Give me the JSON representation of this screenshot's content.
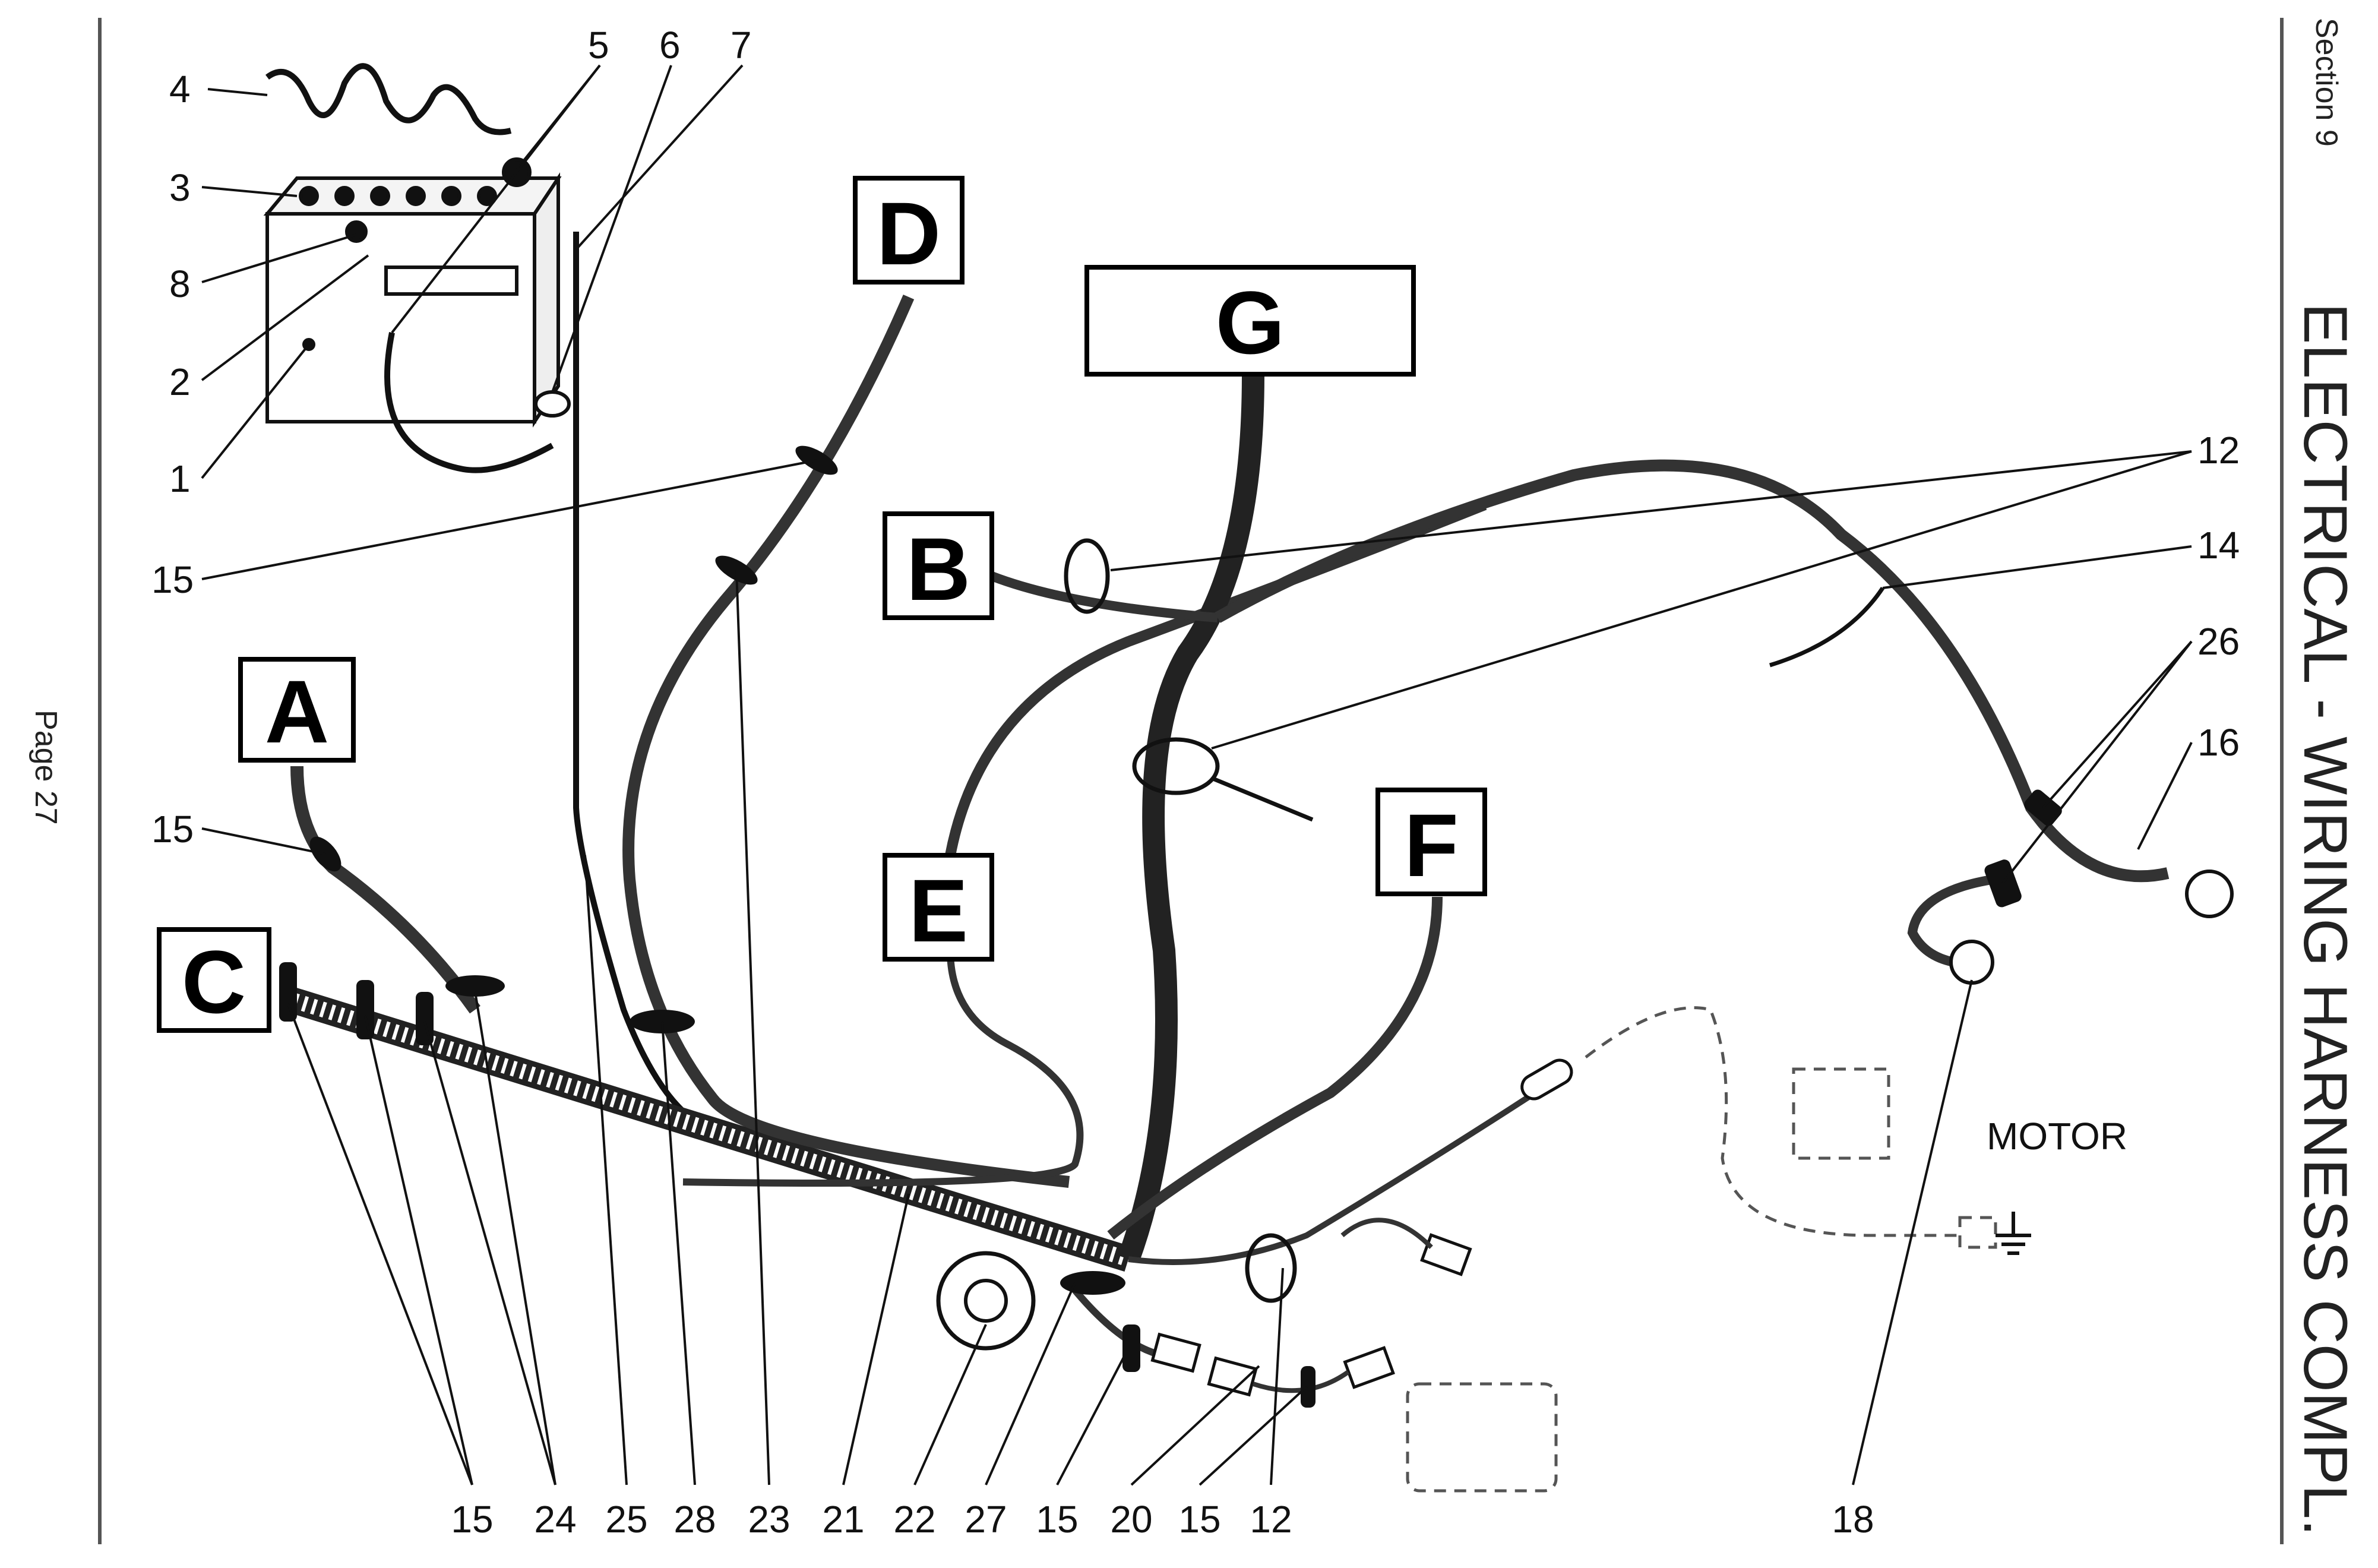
{
  "header": {
    "section": "Section 9",
    "title": "ELECTRICAL - WIRING HARNESS COMPL.",
    "page": "Page 27"
  },
  "connectors": [
    "A",
    "B",
    "C",
    "D",
    "E",
    "F",
    "G"
  ],
  "callouts": {
    "c1": "1",
    "c2": "2",
    "c3": "3",
    "c4": "4",
    "c5": "5",
    "c6": "6",
    "c7": "7",
    "c8": "8",
    "c12a": "12",
    "c14": "14",
    "c26": "26",
    "c16": "16",
    "c15a": "15",
    "c15b": "15"
  },
  "bottom_callouts": [
    "15",
    "24",
    "25",
    "28",
    "23",
    "21",
    "22",
    "27",
    "15",
    "20",
    "15",
    "12",
    "18"
  ],
  "labels": {
    "motor": "MOTOR"
  }
}
